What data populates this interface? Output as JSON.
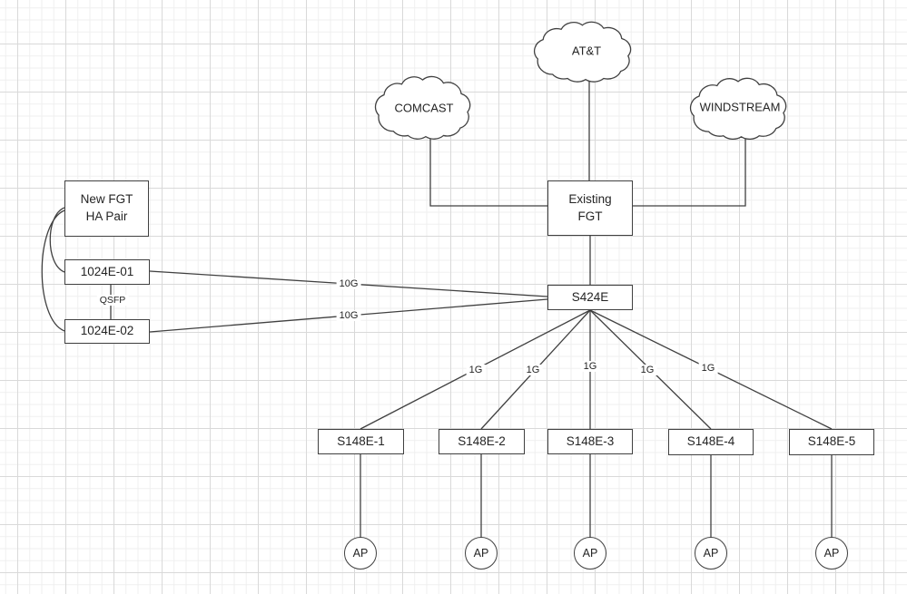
{
  "colors": {
    "line": "#404040",
    "text": "#242424",
    "shape_fill": "#ffffff",
    "canvas": "#ffffff",
    "grid_minor": "#efefef",
    "grid_major": "#d9d9d9"
  },
  "clouds": [
    {
      "label": "COMCAST"
    },
    {
      "label": "AT&T"
    },
    {
      "label": "WINDSTREAM"
    }
  ],
  "nodes": {
    "new_fgt_ha": {
      "line1": "New FGT",
      "line2": "HA Pair"
    },
    "fgt_1024e_01": {
      "label": "1024E-01"
    },
    "fgt_1024e_02": {
      "label": "1024E-02"
    },
    "existing_fgt": {
      "line1": "Existing",
      "line2": "FGT"
    },
    "s424e": {
      "label": "S424E"
    }
  },
  "link_labels": {
    "qsfp": "QSFP",
    "uplinks": [
      "10G",
      "10G"
    ],
    "access": [
      "1G",
      "1G",
      "1G",
      "1G",
      "1G"
    ]
  },
  "switches": [
    {
      "label": "S148E-1"
    },
    {
      "label": "S148E-2"
    },
    {
      "label": "S148E-3"
    },
    {
      "label": "S148E-4"
    },
    {
      "label": "S148E-5"
    }
  ],
  "access_points": [
    {
      "label": "AP"
    },
    {
      "label": "AP"
    },
    {
      "label": "AP"
    },
    {
      "label": "AP"
    },
    {
      "label": "AP"
    }
  ]
}
